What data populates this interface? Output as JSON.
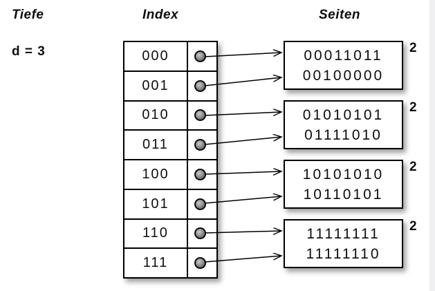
{
  "headers": {
    "tiefe": "Tiefe",
    "index": "Index",
    "seiten": "Seiten"
  },
  "depth": {
    "label": "d = 3",
    "value": 3
  },
  "index": {
    "rows": [
      "000",
      "001",
      "010",
      "011",
      "100",
      "101",
      "110",
      "111"
    ]
  },
  "pages": [
    {
      "values": [
        "00011011",
        "00100000"
      ],
      "local_depth": "2"
    },
    {
      "values": [
        "01010101",
        "01111010"
      ],
      "local_depth": "2"
    },
    {
      "values": [
        "10101010",
        "10110101"
      ],
      "local_depth": "2"
    },
    {
      "values": [
        "11111111",
        "11111110"
      ],
      "local_depth": "2"
    }
  ],
  "links": [
    {
      "from_row": "000",
      "to_page": 0
    },
    {
      "from_row": "001",
      "to_page": 0
    },
    {
      "from_row": "010",
      "to_page": 1
    },
    {
      "from_row": "011",
      "to_page": 1
    },
    {
      "from_row": "100",
      "to_page": 2
    },
    {
      "from_row": "101",
      "to_page": 2
    },
    {
      "from_row": "110",
      "to_page": 3
    },
    {
      "from_row": "111",
      "to_page": 3
    }
  ],
  "colors": {
    "background": "#ffffff",
    "stroke": "#000000",
    "text": "#0d0d0d",
    "dot_fill": "#8f8f8f",
    "edge_strip": "#f0f0f3"
  }
}
